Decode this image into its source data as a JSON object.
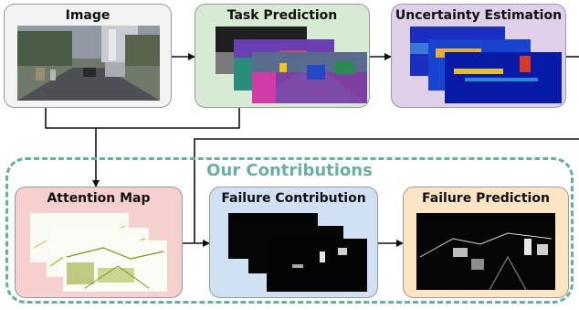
{
  "boxes": {
    "image": {
      "title": "Image",
      "fill": "#f3f3f3"
    },
    "task_prediction": {
      "title": "Task Prediction",
      "fill": "#d7ead3"
    },
    "uncertainty_estimation": {
      "title": "Uncertainty Estimation",
      "fill": "#ddd0e8"
    },
    "attention_map": {
      "title": "Attention Map",
      "fill": "#f6cfcf"
    },
    "failure_contribution": {
      "title": "Failure Contribution",
      "fill": "#d2e0f3"
    },
    "failure_prediction": {
      "title": "Failure Prediction",
      "fill": "#fde4c4"
    }
  },
  "contributions": {
    "label": "Our Contributions",
    "color": "#6aaea2"
  },
  "colors": {
    "arrow": "#111111",
    "border": "#9a9a9a"
  }
}
